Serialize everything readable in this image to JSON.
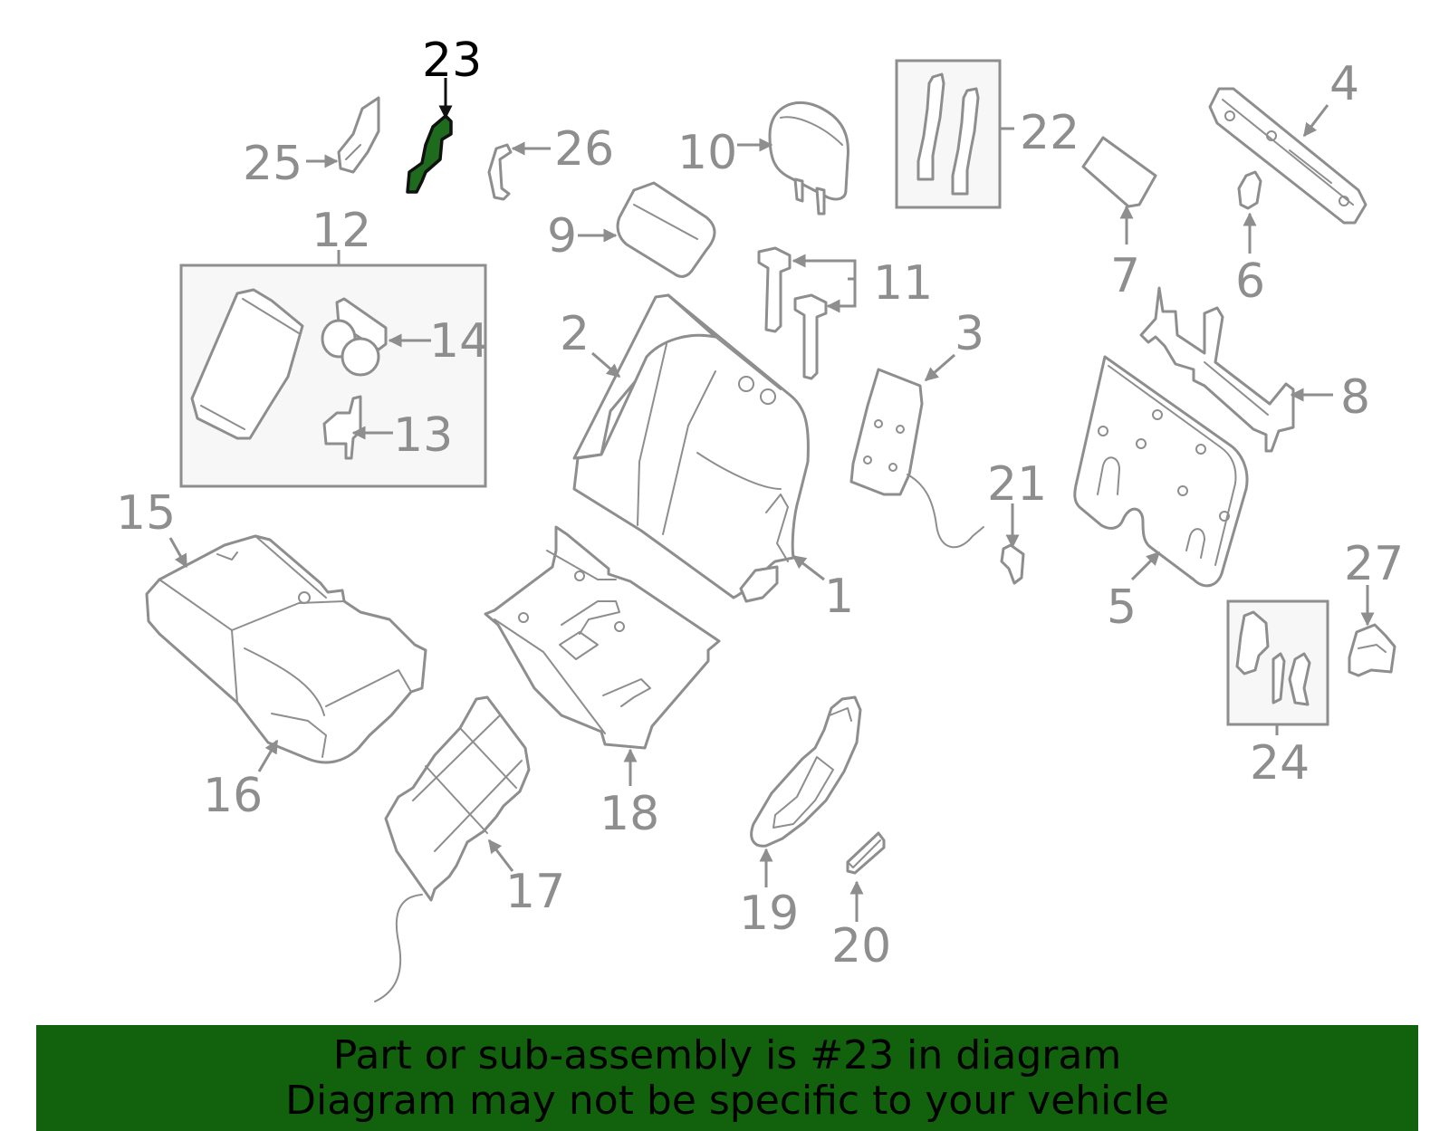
{
  "diagram": {
    "highlight_color": "#1e6b1e",
    "banner_color": "#12620d",
    "part_color": "#8e8e8e",
    "callouts": {
      "c1": "1",
      "c2": "2",
      "c3": "3",
      "c4": "4",
      "c5": "5",
      "c6": "6",
      "c7": "7",
      "c8": "8",
      "c9": "9",
      "c10": "10",
      "c11": "11",
      "c12": "12",
      "c13": "13",
      "c14": "14",
      "c15": "15",
      "c16": "16",
      "c17": "17",
      "c18": "18",
      "c19": "19",
      "c20": "20",
      "c21": "21",
      "c22": "22",
      "c23": "23",
      "c24": "24",
      "c25": "25",
      "c26": "26",
      "c27": "27"
    }
  },
  "banner": {
    "line1": "Part or sub-assembly is #23 in diagram",
    "line2": "Diagram may not be specific to your vehicle"
  }
}
